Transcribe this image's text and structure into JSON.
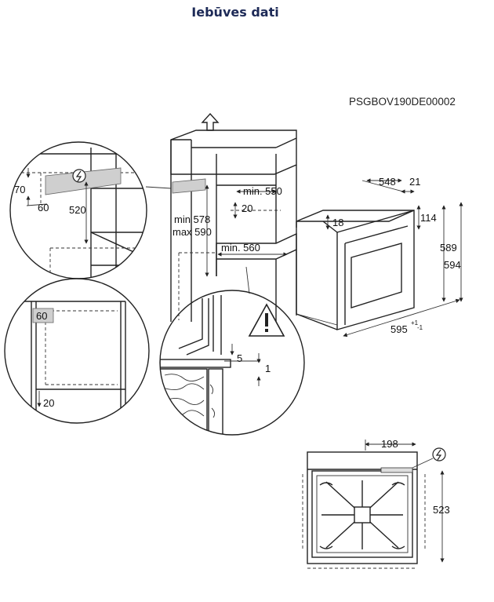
{
  "title": "Iebūves dati",
  "code": "PSGBOV190DE00002",
  "labels": {
    "d70": "70",
    "d60a": "60",
    "d520": "520",
    "min550": "min. 550",
    "d20a": "20",
    "min578": "min 578",
    "max590": "max 590",
    "min560": "min. 560",
    "d60b": "60",
    "d20b": "20",
    "d5": "5",
    "d1": "1",
    "d548": "548",
    "d21": "21",
    "d18": "18",
    "d114": "114",
    "d589": "589",
    "d594": "594",
    "d595": "595",
    "d595tol": "+1",
    "d595tolb": "-1",
    "d198": "198",
    "d523": "523"
  },
  "icons": [
    "power-supply-icon",
    "warning-icon",
    "up-arrow-icon"
  ]
}
